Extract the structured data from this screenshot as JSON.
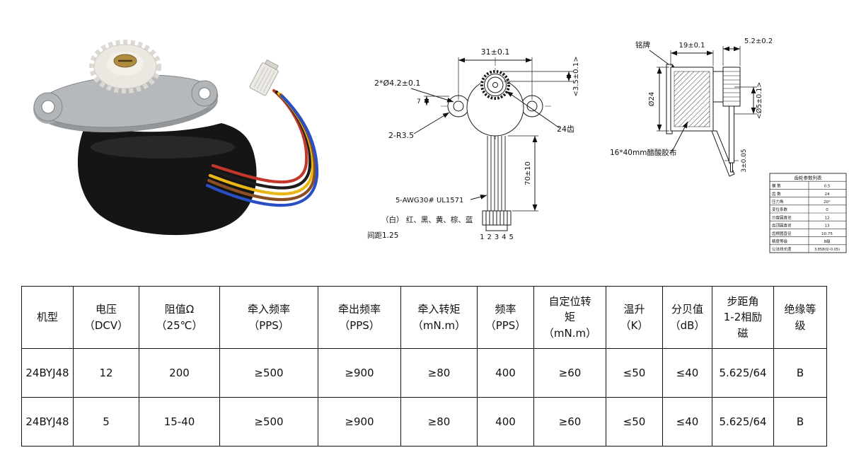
{
  "colors": {
    "line": "#1a1a1a",
    "table_border": "#111111"
  },
  "photo": {
    "wire_colors": {
      "red": "#c3372b",
      "black": "#1d1d1d",
      "yellow": "#e9b616",
      "brown": "#8a4f22",
      "blue": "#2a4fc4"
    }
  },
  "front_view": {
    "dim_width": "31±0.1",
    "dim_holes": "2*Ø4.2±0.1",
    "dim_shaft_height": "<3.5±0.1>",
    "dim_flange_offset": "7",
    "gear_teeth": "24齿",
    "dim_ear_radius": "2-R3.5",
    "dim_wire_length": "70±10",
    "wire_spec": "5-AWG30# UL1571",
    "wire_colors_label": "（白）  红、黑、黄、棕、蓝",
    "pitch_label": "间距1.25",
    "pin_numbers": "12345"
  },
  "side_view": {
    "nameplate_label": "铭牌",
    "dim_body_length": "19±0.1",
    "dim_gear_width": "5.2±0.2",
    "dim_body_diameter": "Ø24",
    "tape_label": "16*40mm醋酸胶布",
    "dim_shaft_diameter": "<Ø5±0.1>",
    "dim_pin_length": "3±0.05",
    "param_table": {
      "title": "齿轮参数列表",
      "rows": [
        [
          "模 数",
          "0.5"
        ],
        [
          "齿 数",
          "24"
        ],
        [
          "压力角",
          "20°"
        ],
        [
          "变位系数",
          "0"
        ],
        [
          "分度圆直径",
          "12"
        ],
        [
          "齿顶圆直径",
          "13"
        ],
        [
          "齿根圆直径",
          "10.75"
        ],
        [
          "精度等级",
          "8级"
        ],
        [
          "公法线长度",
          "3.858(0/-0.05)"
        ]
      ]
    }
  },
  "spec_table": {
    "headers": [
      "机型",
      "电压\n（DCV）",
      "阻值Ω\n（25℃）",
      "牵入频率\n（PPS）",
      "牵出频率\n（PPS）",
      "牵入转矩\n（mN.m）",
      "频率\n（PPS）",
      "自定位转\n矩\n（mN.m）",
      "温升\n（K）",
      "分贝值\n（dB）",
      "步距角\n1-2相励\n磁",
      "绝缘等\n级"
    ],
    "rows": [
      [
        "24BYJ48",
        "12",
        "200",
        "≥500",
        "≥900",
        "≥80",
        "400",
        "≥60",
        "≤50",
        "≤40",
        "5.625/64",
        "B"
      ],
      [
        "24BYJ48",
        "5",
        "15-40",
        "≥500",
        "≥900",
        "≥80",
        "400",
        "≥60",
        "≤50",
        "≤40",
        "5.625/64",
        "B"
      ]
    ]
  }
}
